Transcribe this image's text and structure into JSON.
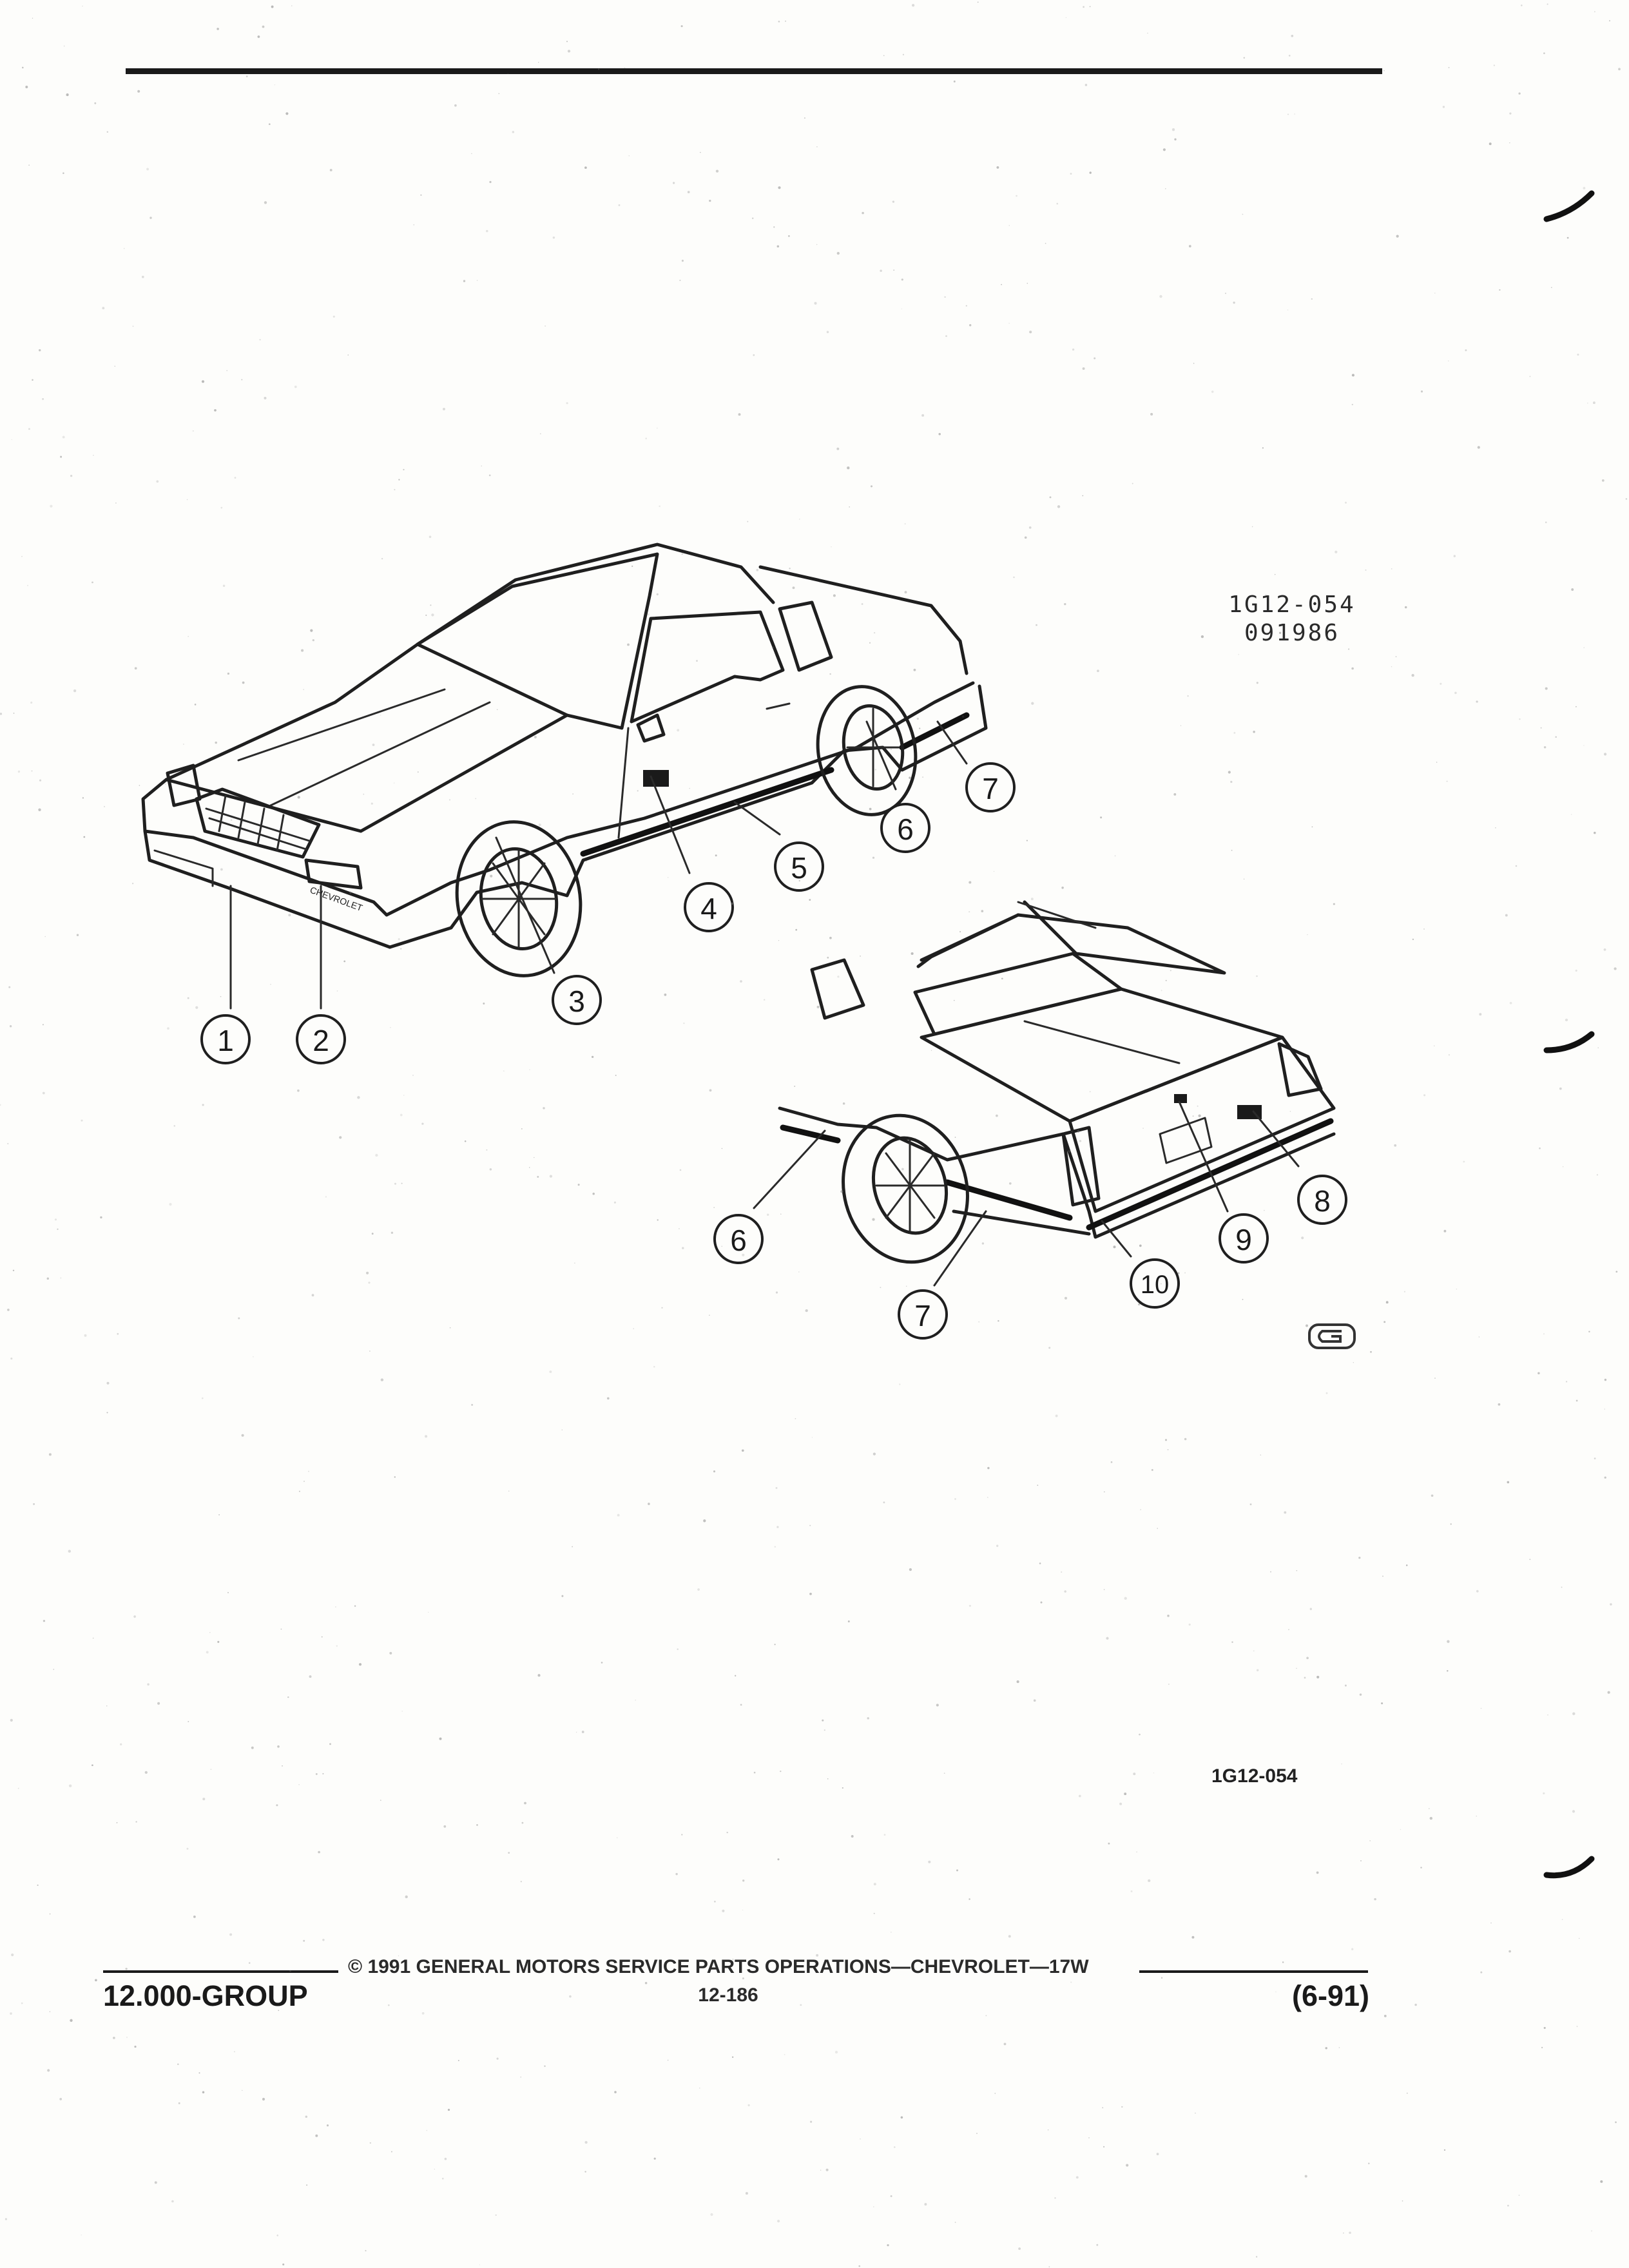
{
  "figure": {
    "code_line1": "1G12-054",
    "code_line2": "091986",
    "reference": "1G12-054"
  },
  "callouts": {
    "c1": "1",
    "c2": "2",
    "c3": "3",
    "c4": "4",
    "c5": "5",
    "c6a": "6",
    "c7a": "7",
    "c6b": "6",
    "c7b": "7",
    "c8": "8",
    "c9": "9",
    "c10": "10"
  },
  "footer": {
    "group": "12.000-GROUP",
    "copyright": "© 1991 GENERAL MOTORS SERVICE PARTS OPERATIONS—CHEVROLET—17W",
    "page": "12-186",
    "date": "(6-91)"
  },
  "icons": {
    "gm_mark": "gm-logo-icon"
  }
}
